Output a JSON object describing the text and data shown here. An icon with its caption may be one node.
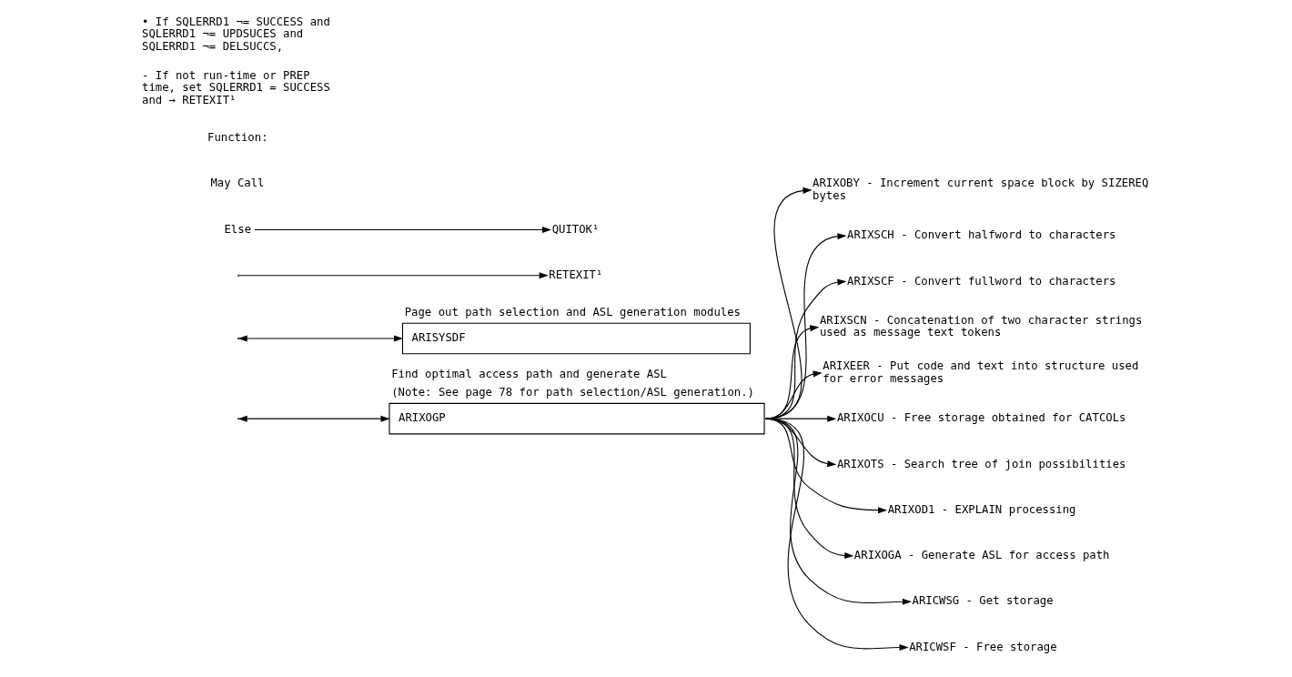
{
  "diagram": {
    "nodes": [
      {
        "text": [
          "ARIXOGP"
        ],
        "beside": [
          "Find optimal access path and generate ASL",
          "(Note: See page 78 for path selection/ASL generation.)"
        ]
      },
      {
        "text": [
          "ARIXOBY - Increment current space block by SIZEREQ bytes"
        ]
      },
      {
        "text": [
          "ARIXSCH - Convert halfword to characters"
        ]
      },
      {
        "text": [
          "ARIXSCF - Convert fullword to characters"
        ]
      },
      {
        "text": [
          "ARIXSCN - Concatenation of two character strings used as message text tokens"
        ]
      },
      {
        "text": [
          "ARIXEER - Put code and text into structure used for error messages"
        ]
      },
      {
        "text": [
          "ARIXOCU - Free storage obtained for CATCOLs"
        ]
      },
      {
        "text": [
          "ARIXOTS - Search tree of join possibilities"
        ]
      },
      {
        "text": [
          "ARIXOD1 - EXPLAIN processing"
        ]
      },
      {
        "text": [
          "ARIXOGA - Generate ASL for access path"
        ]
      },
      {
        "text": [
          "ARICWSG - Get storage"
        ]
      },
      {
        "text": [
          "ARICWSF - Free storage"
        ]
      },
      {
        "text": [
          "ARISYSDF"
        ],
        "beside": [
          "Page out path selection and ASL generation modules"
        ]
      },
      {
        "text": [
          "RETEXIT¹"
        ]
      },
      {
        "text": [
          "Else"
        ]
      },
      {
        "text": [
          "QUITOK¹"
        ]
      }
    ],
    "edges": [
      {
        "from": null,
        "to": 0,
        "arrow": "both"
      },
      {
        "from": 0,
        "to": 1,
        "arrow": "to"
      },
      {
        "from": 0,
        "to": 2,
        "arrow": "to"
      },
      {
        "from": 0,
        "to": 3,
        "arrow": "to"
      },
      {
        "from": 0,
        "to": 4,
        "arrow": "to"
      },
      {
        "from": 0,
        "to": 5,
        "arrow": "to"
      },
      {
        "from": 0,
        "to": 6,
        "arrow": "to"
      },
      {
        "from": 0,
        "to": 7,
        "arrow": "to"
      },
      {
        "from": 0,
        "to": 8,
        "arrow": "to"
      },
      {
        "from": 0,
        "to": 9,
        "arrow": "to"
      },
      {
        "from": 0,
        "to": 10,
        "arrow": "to"
      },
      {
        "from": 0,
        "to": 11,
        "arrow": "to"
      },
      {
        "from": null,
        "to": 12,
        "arrow": "both"
      },
      {
        "from": null,
        "to": 13,
        "arrow": "to"
      },
      {
        "from": 14,
        "to": 15,
        "arrow": "to"
      }
    ],
    "labels": [
      "May Call",
      "Function:",
      "- If not run-time or PREP time, set SQLERRD1 = SUCCESS and → RETEXIT¹",
      "• If SQLERRD1 ¬= SUCCESS and SQLERRD1 ¬= UPDSUCES and SQLERRD1 ¬= DELSUCCS,"
    ]
  }
}
